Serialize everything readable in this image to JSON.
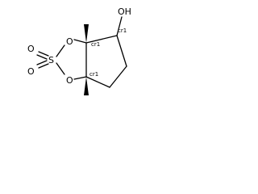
{
  "molecule": {
    "atoms": {
      "S": "S",
      "O_top": "O",
      "O_bottom": "O",
      "O_left_top": "O",
      "O_left_bottom": "O",
      "OH": "OH"
    },
    "stereo_labels": {
      "c1": "cr1",
      "c2": "cr1",
      "c3": "cr1"
    }
  }
}
